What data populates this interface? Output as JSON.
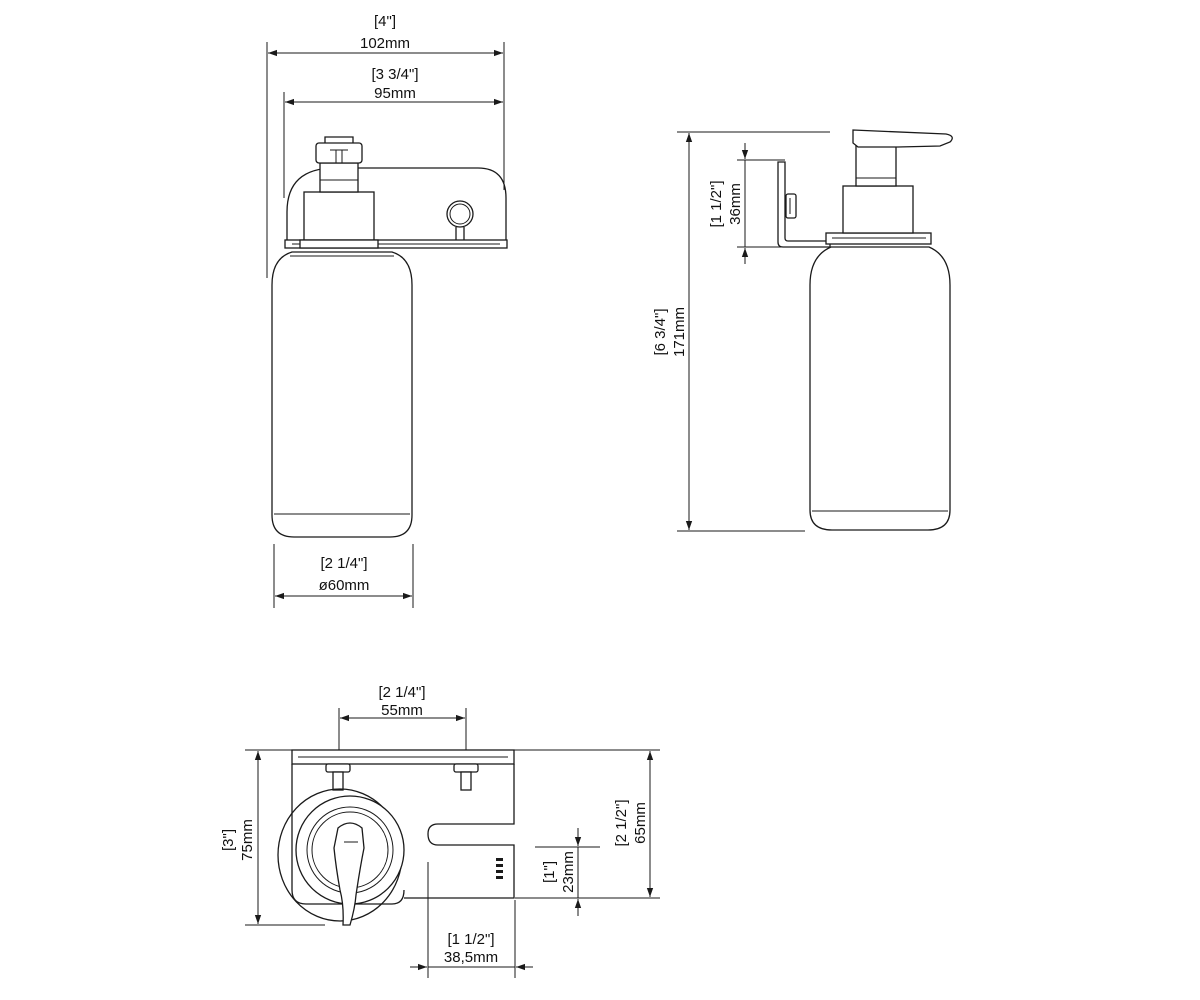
{
  "colors": {
    "ink": "#1a1a1a",
    "background": "#ffffff"
  },
  "front_view": {
    "overall_width": {
      "inch": "[4\"]",
      "mm": "102mm"
    },
    "shelf_width": {
      "inch": "[3 3/4\"]",
      "mm": "95mm"
    },
    "bottle_diameter": {
      "inch": "[2 1/4\"]",
      "mm": "ø60mm"
    }
  },
  "side_view": {
    "overall_height": {
      "inch": "[6 3/4\"]",
      "mm": "171mm"
    },
    "bracket_height": {
      "inch": "[1 1/2\"]",
      "mm": "36mm"
    }
  },
  "top_view": {
    "screw_spacing": {
      "inch": "[2 1/4\"]",
      "mm": "55mm"
    },
    "overall_depth": {
      "inch": "[3\"]",
      "mm": "75mm"
    },
    "shelf_depth": {
      "inch": "[2 1/2\"]",
      "mm": "65mm"
    },
    "slot_depth": {
      "inch": "[1\"]",
      "mm": "23mm"
    },
    "slot_width": {
      "inch": "[1 1/2\"]",
      "mm": "38,5mm"
    }
  }
}
